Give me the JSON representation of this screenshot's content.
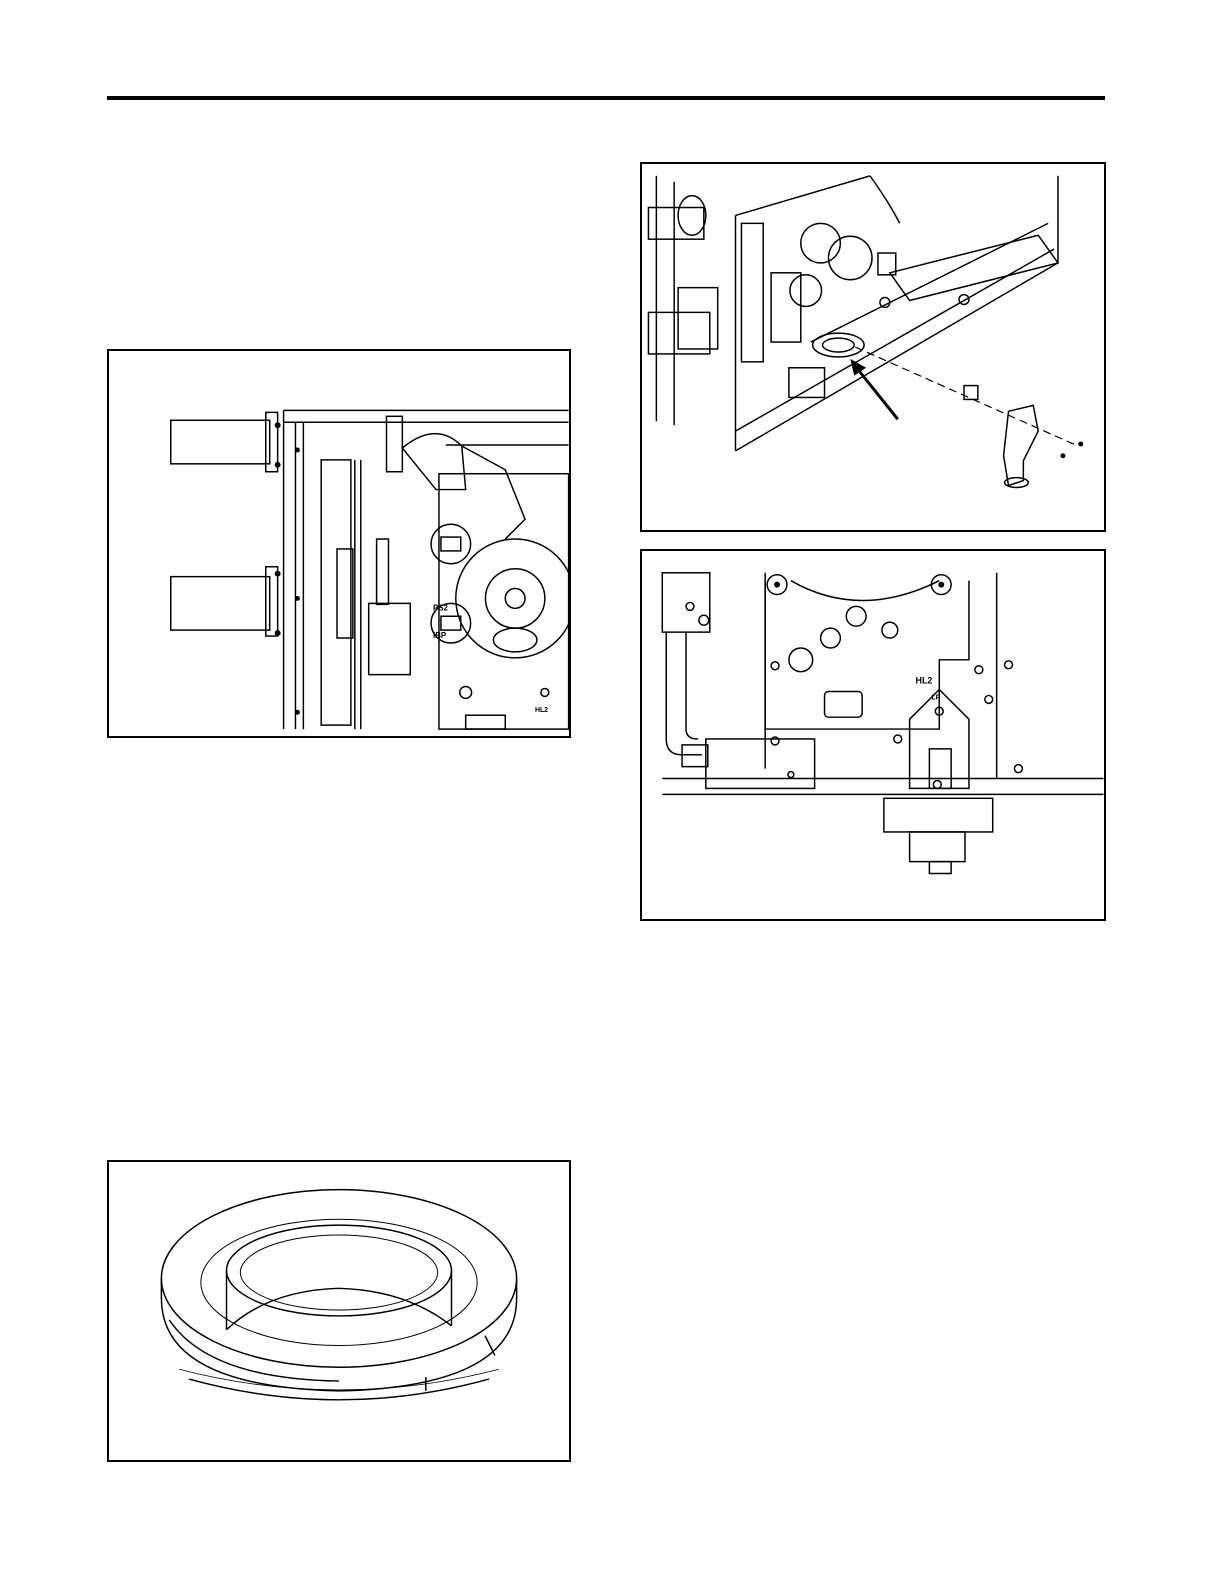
{
  "figures": {
    "furnace_side_view": {
      "labels": [
        "PS2",
        "IBP",
        "HL2"
      ]
    },
    "furnace_bottom_view": {
      "labels": []
    },
    "furnace_front_view": {
      "labels": [
        "HL2",
        "LP"
      ]
    },
    "grommet_detail": {
      "labels": []
    }
  }
}
